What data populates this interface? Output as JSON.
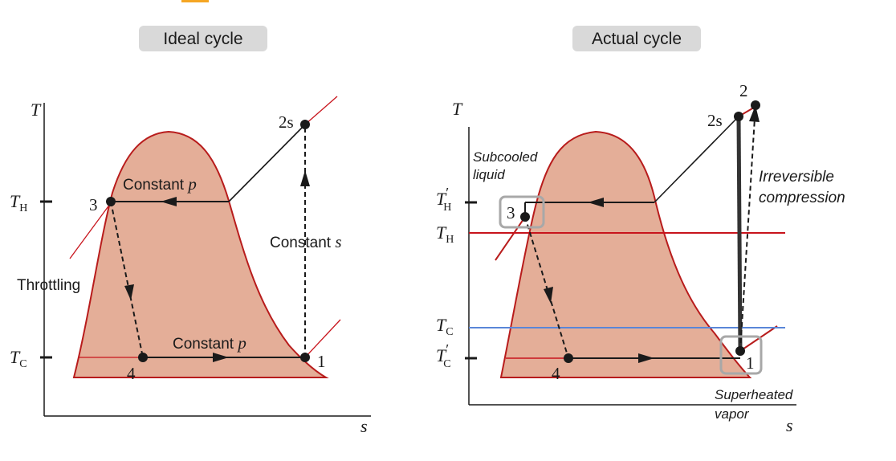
{
  "colors": {
    "dome_fill": "#e4ae98",
    "dome_stroke": "#b81c1c",
    "cycle_line": "#1a1a1a",
    "hot_line": "#c8141c",
    "cold_line": "#5a86d8",
    "title_bg": "#d9d9d9",
    "highlight_box": "#a8a8a8",
    "accent_mark": "#f5a623"
  },
  "ideal": {
    "title": "Ideal cycle",
    "axis_y": "T",
    "axis_x": "s",
    "tick_hot": {
      "base": "T",
      "sub": "H"
    },
    "tick_cold": {
      "base": "T",
      "sub": "C"
    },
    "points": {
      "p1": "1",
      "p2s": "2s",
      "p3": "3",
      "p4": "4"
    },
    "labels": {
      "const_p_top": "Constant",
      "const_p_top_var": "p",
      "const_p_bottom": "Constant",
      "const_p_bottom_var": "p",
      "const_s": "Constant",
      "const_s_var": "s",
      "throttling": "Throttling"
    }
  },
  "actual": {
    "title": "Actual cycle",
    "axis_y": "T",
    "axis_x": "s",
    "tick_hot_prime": {
      "base": "T",
      "prime": "′",
      "sub": "H"
    },
    "tick_hot": {
      "base": "T",
      "sub": "H"
    },
    "tick_cold": {
      "base": "T",
      "sub": "C"
    },
    "tick_cold_prime": {
      "base": "T",
      "prime": "′",
      "sub": "C"
    },
    "points": {
      "p1": "1",
      "p2": "2",
      "p2s": "2s",
      "p3": "3",
      "p4": "4"
    },
    "labels": {
      "subcooled_1": "Subcooled",
      "subcooled_2": "liquid",
      "irreversible_1": "Irreversible",
      "irreversible_2": "compression",
      "superheated_1": "Superheated",
      "superheated_2": "vapor"
    }
  }
}
